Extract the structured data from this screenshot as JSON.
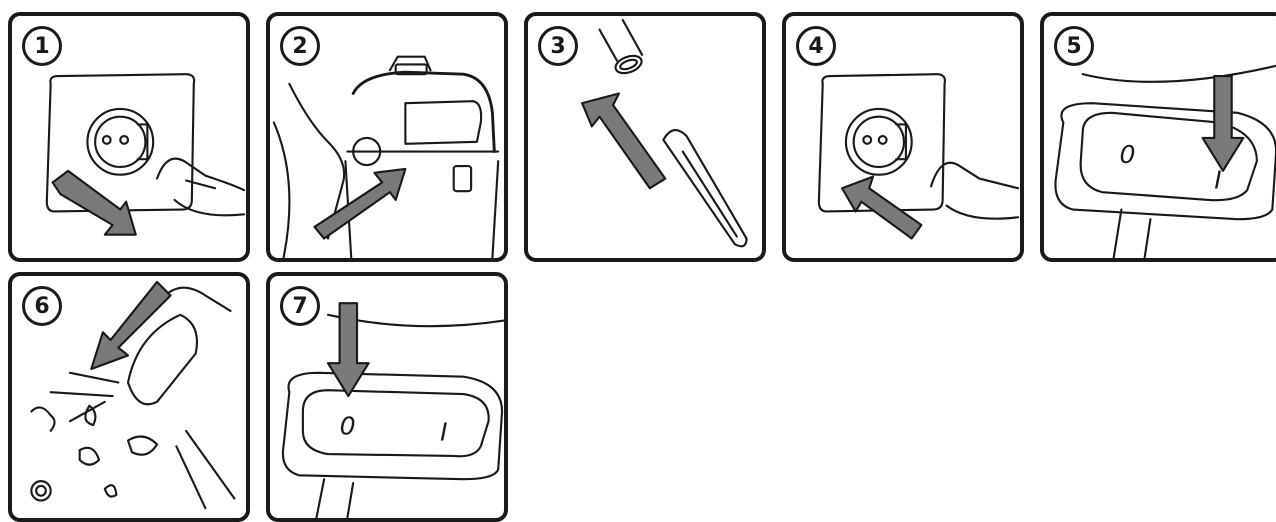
{
  "steps": [
    {
      "number": "1"
    },
    {
      "number": "2"
    },
    {
      "number": "3"
    },
    {
      "number": "4"
    },
    {
      "number": "5"
    },
    {
      "number": "6"
    },
    {
      "number": "7"
    }
  ],
  "switch_labels": {
    "off": "0",
    "on": "I"
  },
  "colors": {
    "outline": "#1a1a1a",
    "arrow": "#7a7a7a",
    "background": "#ffffff"
  }
}
